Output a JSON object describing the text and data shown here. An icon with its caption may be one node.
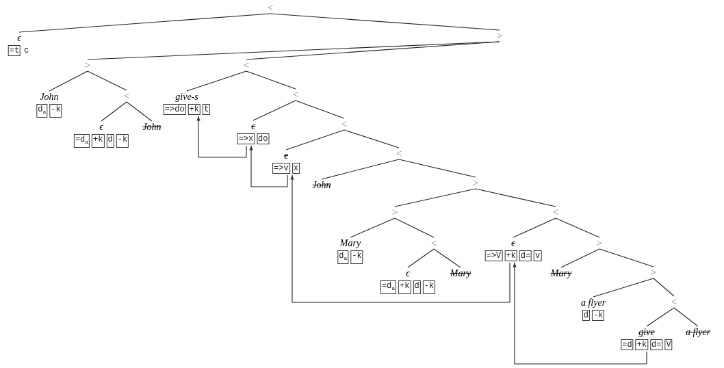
{
  "diagram": {
    "nodes": [
      {
        "text": [
          "<"
        ]
      },
      {
        "text": [
          "ϵ",
          "=t",
          "c"
        ]
      },
      {
        "text": [
          ">"
        ]
      },
      {
        "text": [
          ">"
        ]
      },
      {
        "text": [
          "John",
          "d$_{a}$",
          "-k"
        ]
      },
      {
        "text": [
          "<"
        ]
      },
      {
        "text": [
          "ϵ",
          "=d$_{a}$",
          "+k",
          "d",
          "-k"
        ]
      },
      {
        "text": [
          "John"
        ]
      },
      {
        "text": [
          "<"
        ]
      },
      {
        "text": [
          "give-s",
          "=>do",
          "+k",
          "t"
        ]
      },
      {
        "text": [
          "<"
        ]
      },
      {
        "text": [
          "ϵ",
          "=>x",
          "do"
        ]
      },
      {
        "text": [
          "<"
        ]
      },
      {
        "text": [
          "ϵ",
          "=>v",
          "x"
        ]
      },
      {
        "text": [
          "<"
        ]
      },
      {
        "text": [
          "John"
        ]
      },
      {
        "text": [
          ">"
        ]
      },
      {
        "text": [
          ">"
        ]
      },
      {
        "text": [
          "Mary",
          "d$_{a}$",
          "-k"
        ]
      },
      {
        "text": [
          "<"
        ]
      },
      {
        "text": [
          "ϵ",
          "=d$_{a}$",
          "+k",
          "d",
          "-k"
        ]
      },
      {
        "text": [
          "Mary"
        ]
      },
      {
        "text": [
          "<"
        ]
      },
      {
        "text": [
          "ϵ",
          "=>V",
          "+k",
          "d=",
          "v"
        ]
      },
      {
        "text": [
          ">"
        ]
      },
      {
        "text": [
          "Mary"
        ]
      },
      {
        "text": [
          ">"
        ]
      },
      {
        "text": [
          "a flyer",
          "d",
          "-k"
        ]
      },
      {
        "text": [
          "<"
        ]
      },
      {
        "text": [
          "give",
          "=d",
          "+k",
          "d=",
          "V"
        ]
      },
      {
        "text": [
          "a flyer"
        ]
      }
    ],
    "edges": [
      {
        "from": 0,
        "to": 1,
        "arrow": "none"
      },
      {
        "from": 0,
        "to": 2,
        "arrow": "none"
      },
      {
        "from": 2,
        "to": 3,
        "arrow": "none"
      },
      {
        "from": 2,
        "to": 8,
        "arrow": "none"
      },
      {
        "from": 3,
        "to": 4,
        "arrow": "none"
      },
      {
        "from": 3,
        "to": 5,
        "arrow": "none"
      },
      {
        "from": 5,
        "to": 6,
        "arrow": "none"
      },
      {
        "from": 5,
        "to": 7,
        "arrow": "none"
      },
      {
        "from": 8,
        "to": 9,
        "arrow": "none"
      },
      {
        "from": 8,
        "to": 10,
        "arrow": "none"
      },
      {
        "from": 10,
        "to": 11,
        "arrow": "none"
      },
      {
        "from": 10,
        "to": 12,
        "arrow": "none"
      },
      {
        "from": 12,
        "to": 13,
        "arrow": "none"
      },
      {
        "from": 12,
        "to": 14,
        "arrow": "none"
      },
      {
        "from": 14,
        "to": 15,
        "arrow": "none"
      },
      {
        "from": 14,
        "to": 16,
        "arrow": "none"
      },
      {
        "from": 16,
        "to": 17,
        "arrow": "none"
      },
      {
        "from": 16,
        "to": 22,
        "arrow": "none"
      },
      {
        "from": 17,
        "to": 18,
        "arrow": "none"
      },
      {
        "from": 17,
        "to": 19,
        "arrow": "none"
      },
      {
        "from": 19,
        "to": 20,
        "arrow": "none"
      },
      {
        "from": 19,
        "to": 21,
        "arrow": "none"
      },
      {
        "from": 22,
        "to": 23,
        "arrow": "none"
      },
      {
        "from": 22,
        "to": 24,
        "arrow": "none"
      },
      {
        "from": 24,
        "to": 25,
        "arrow": "none"
      },
      {
        "from": 24,
        "to": 26,
        "arrow": "none"
      },
      {
        "from": 26,
        "to": 27,
        "arrow": "none"
      },
      {
        "from": 26,
        "to": 28,
        "arrow": "none"
      },
      {
        "from": 28,
        "to": 29,
        "arrow": "none"
      },
      {
        "from": 28,
        "to": 30,
        "arrow": "none"
      },
      {
        "from": 11,
        "to": 9,
        "arrow": "to"
      },
      {
        "from": 13,
        "to": 11,
        "arrow": "to"
      },
      {
        "from": 23,
        "to": 13,
        "arrow": "to"
      },
      {
        "from": 29,
        "to": 23,
        "arrow": "to"
      }
    ]
  }
}
